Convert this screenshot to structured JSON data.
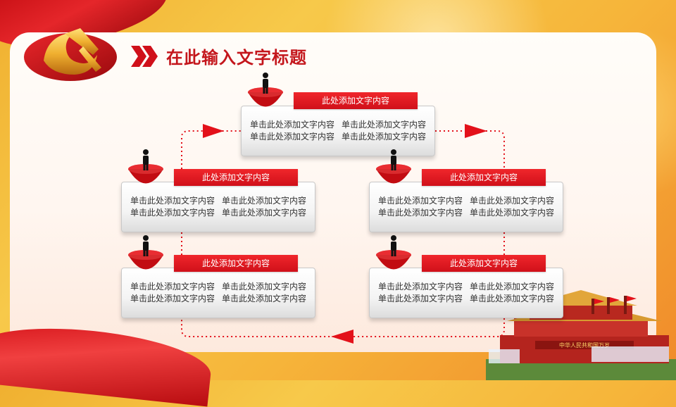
{
  "slide": {
    "title": "在此输入文字标题",
    "banner_text": "中华人民共和国万岁"
  },
  "colors": {
    "accent": "#d0101a",
    "title": "#c4161c",
    "arrow": "#e3111a"
  },
  "icons": [
    "party-emblem-icon",
    "double-chevron-icon",
    "person-figure-icon",
    "red-bowl-icon",
    "tiananmen-gate-icon",
    "arrow-right-icon",
    "arrow-left-icon"
  ],
  "boxes": [
    {
      "label": "此处添加文字内容",
      "lines": [
        [
          "单击此处添加文字内容",
          "单击此处添加文字内容"
        ],
        [
          "单击此处添加文字内容",
          "单击此处添加文字内容"
        ]
      ]
    },
    {
      "label": "此处添加文字内容",
      "lines": [
        [
          "单击此处添加文字内容",
          "单击此处添加文字内容"
        ],
        [
          "单击此处添加文字内容",
          "单击此处添加文字内容"
        ]
      ]
    },
    {
      "label": "此处添加文字内容",
      "lines": [
        [
          "单击此处添加文字内容",
          "单击此处添加文字内容"
        ],
        [
          "单击此处添加文字内容",
          "单击此处添加文字内容"
        ]
      ]
    },
    {
      "label": "此处添加文字内容",
      "lines": [
        [
          "单击此处添加文字内容",
          "单击此处添加文字内容"
        ],
        [
          "单击此处添加文字内容",
          "单击此处添加文字内容"
        ]
      ]
    },
    {
      "label": "此处添加文字内容",
      "lines": [
        [
          "单击此处添加文字内容",
          "单击此处添加文字内容"
        ],
        [
          "单击此处添加文字内容",
          "单击此处添加文字内容"
        ]
      ]
    }
  ]
}
